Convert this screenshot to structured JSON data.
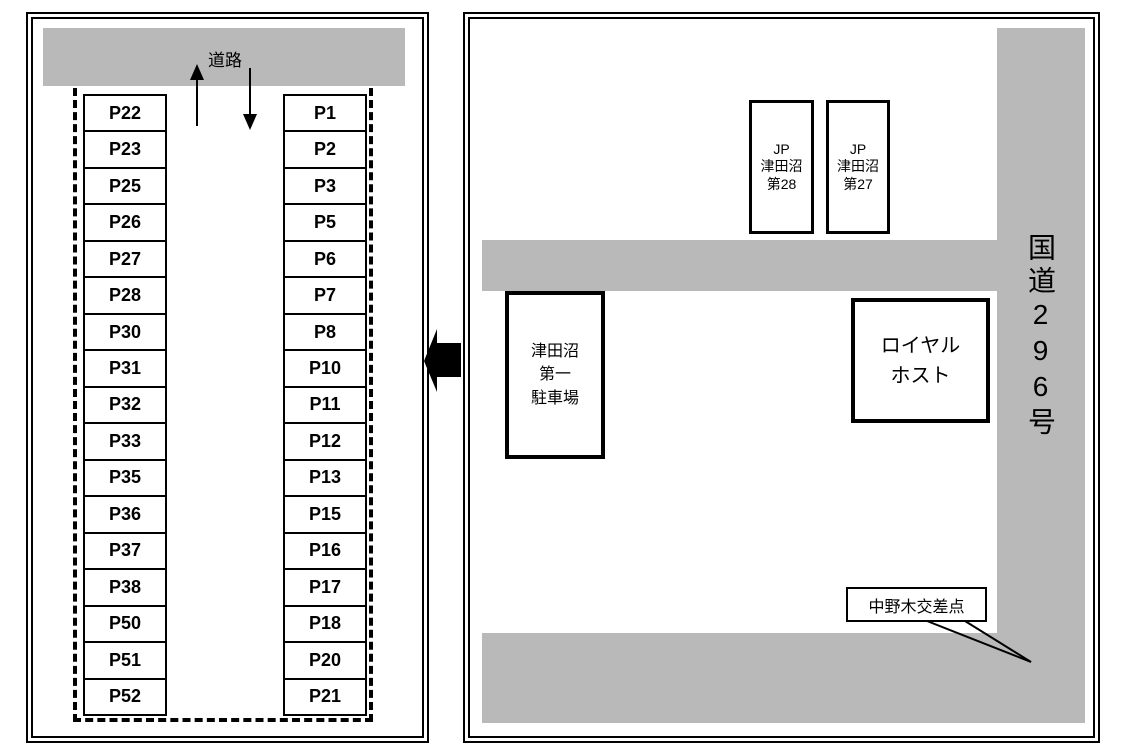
{
  "colors": {
    "road_gray": "#b9b9b9",
    "line_black": "#000000",
    "background_white": "#ffffff"
  },
  "parking_panel": {
    "road_label": "道路",
    "left_column": [
      "P22",
      "P23",
      "P25",
      "P26",
      "P27",
      "P28",
      "P30",
      "P31",
      "P32",
      "P33",
      "P35",
      "P36",
      "P37",
      "P38",
      "P50",
      "P51",
      "P52"
    ],
    "right_column": [
      "P1",
      "P2",
      "P3",
      "P5",
      "P6",
      "P7",
      "P8",
      "P10",
      "P11",
      "P12",
      "P13",
      "P15",
      "P16",
      "P17",
      "P18",
      "P20",
      "P21"
    ]
  },
  "map_panel": {
    "jp_tsudanuma_28": "JP\n津田沼\n第28",
    "jp_tsudanuma_27": "JP\n津田沼\n第27",
    "tsudanuma_daiichi_parking": "津田沼\n第一\n駐車場",
    "royal_host": "ロイヤル\nホスト",
    "route_296": "国道296号",
    "nakanogi_intersection": "中野木交差点"
  }
}
